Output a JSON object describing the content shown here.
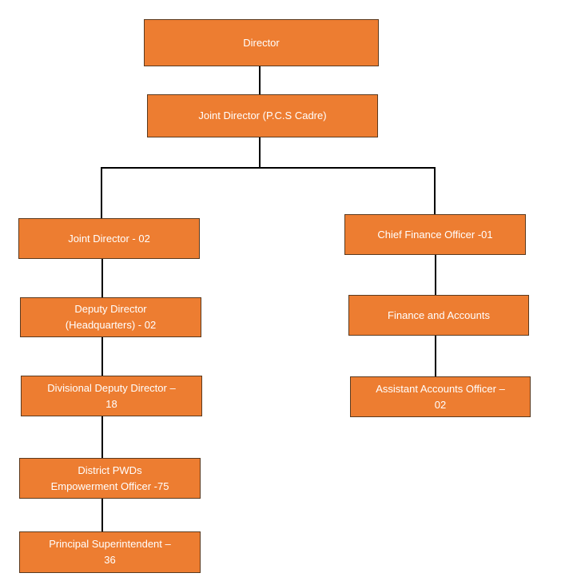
{
  "colors": {
    "box_fill": "#ED7D31",
    "box_border": "#5a3a1f",
    "text": "#ffffff",
    "connector": "#000000"
  },
  "nodes": {
    "director": "Director",
    "joint_director_pcs": "Joint Director (P.C.S Cadre)",
    "joint_director_02": "Joint Director - 02",
    "deputy_director_hq": "Deputy Director\n(Headquarters) - 02",
    "divisional_deputy_director": "Divisional Deputy Director –\n18",
    "district_pwds_officer": "District PWDs\nEmpowerment Officer -75",
    "principal_superintendent": "Principal Superintendent –\n36",
    "chief_finance_officer": "Chief Finance Officer -01",
    "finance_and_accounts": "Finance and Accounts",
    "assistant_accounts_officer": "Assistant Accounts Officer –\n02"
  }
}
